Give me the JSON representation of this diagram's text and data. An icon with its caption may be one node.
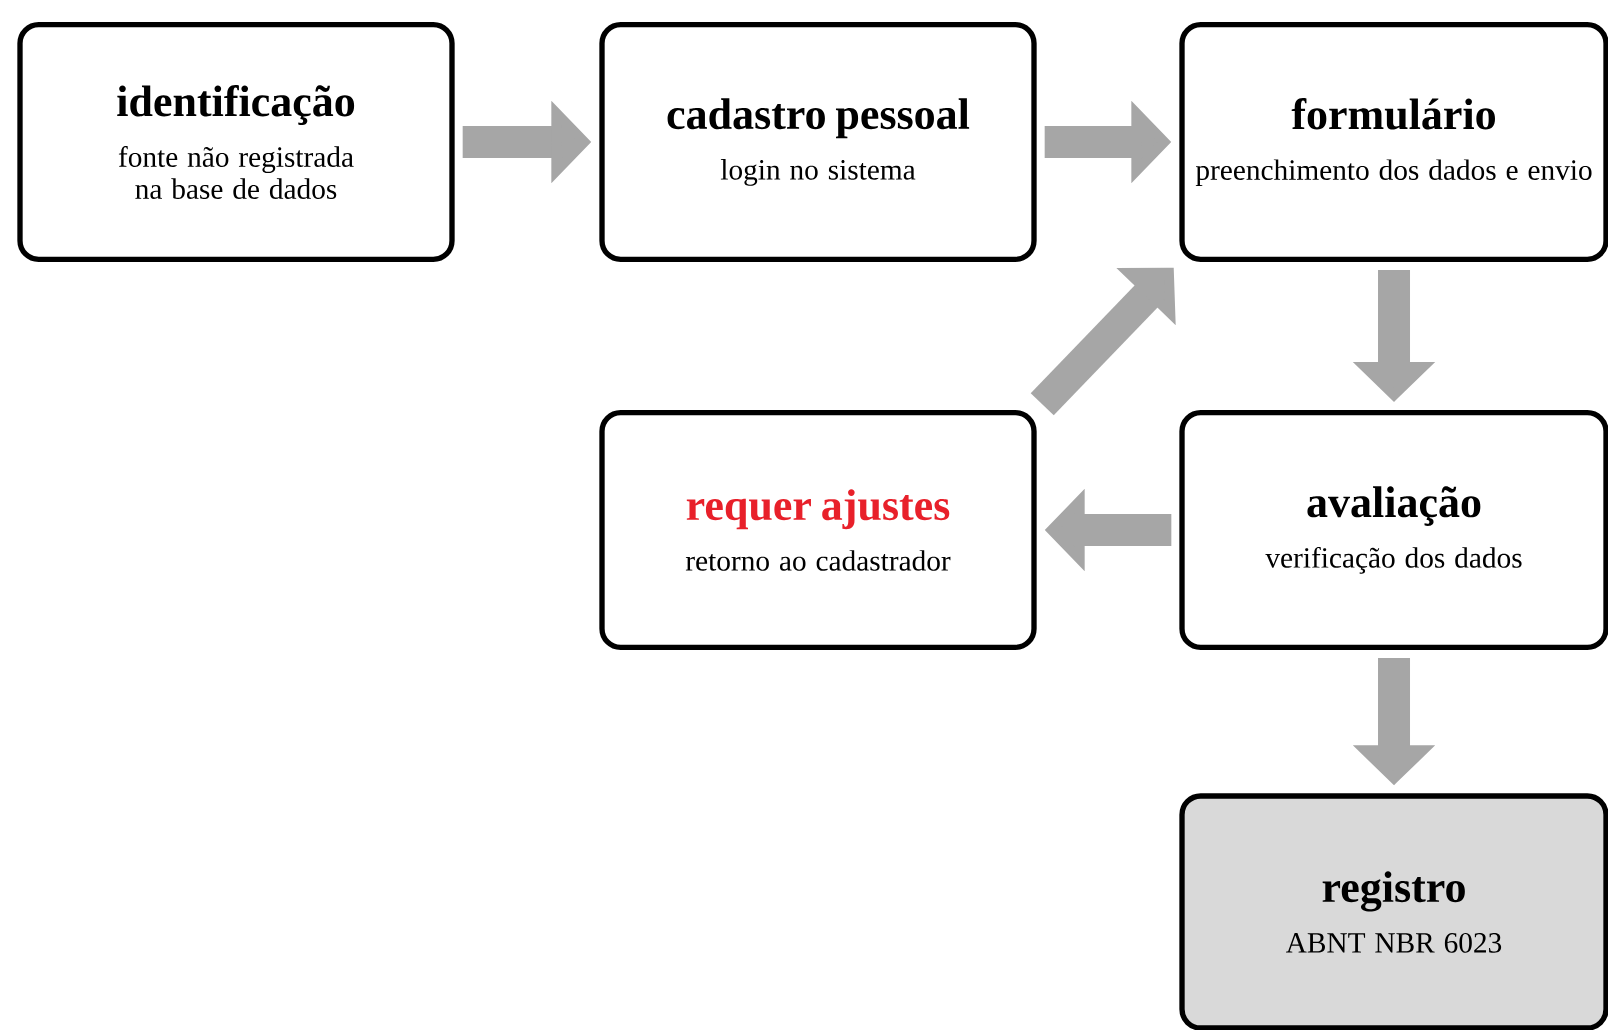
{
  "diagram": {
    "nodes": [
      {
        "text": [
          "identificação",
          "fonte não registrada na base de dados"
        ]
      },
      {
        "text": [
          "cadastro pessoal",
          "login no sistema"
        ]
      },
      {
        "text": [
          "formulário",
          "preenchimento dos dados e envio"
        ]
      },
      {
        "text": [
          "requer ajustes",
          "retorno ao cadastrador"
        ]
      },
      {
        "text": [
          "avaliação",
          "verificação dos dados"
        ]
      },
      {
        "text": [
          "registro",
          "ABNT NBR 6023"
        ]
      }
    ],
    "edges": [
      {
        "from": 0,
        "to": 1,
        "arrow": "to"
      },
      {
        "from": 1,
        "to": 2,
        "arrow": "to"
      },
      {
        "from": 2,
        "to": 4,
        "arrow": "to"
      },
      {
        "from": 4,
        "to": 3,
        "arrow": "to"
      },
      {
        "from": 3,
        "to": 2,
        "arrow": "to"
      },
      {
        "from": 4,
        "to": 5,
        "arrow": "to"
      }
    ]
  }
}
